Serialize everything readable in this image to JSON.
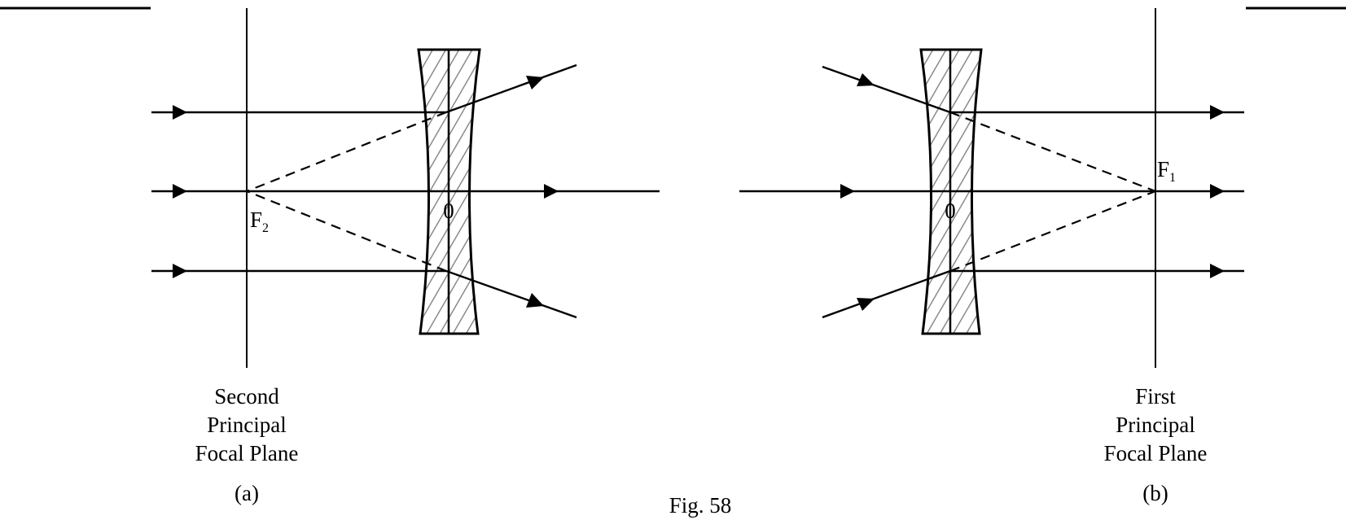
{
  "figure": {
    "caption": "Fig. 58"
  },
  "panel_a": {
    "tag": "(a)",
    "center_label": "0",
    "focus_label": "F",
    "focus_subscript": "2",
    "plane_caption": [
      "Second",
      "Principal",
      "Focal Plane"
    ]
  },
  "panel_b": {
    "tag": "(b)",
    "center_label": "0",
    "focus_label": "F",
    "focus_subscript": "1",
    "plane_caption": [
      "First",
      "Principal",
      "Focal Plane"
    ]
  }
}
